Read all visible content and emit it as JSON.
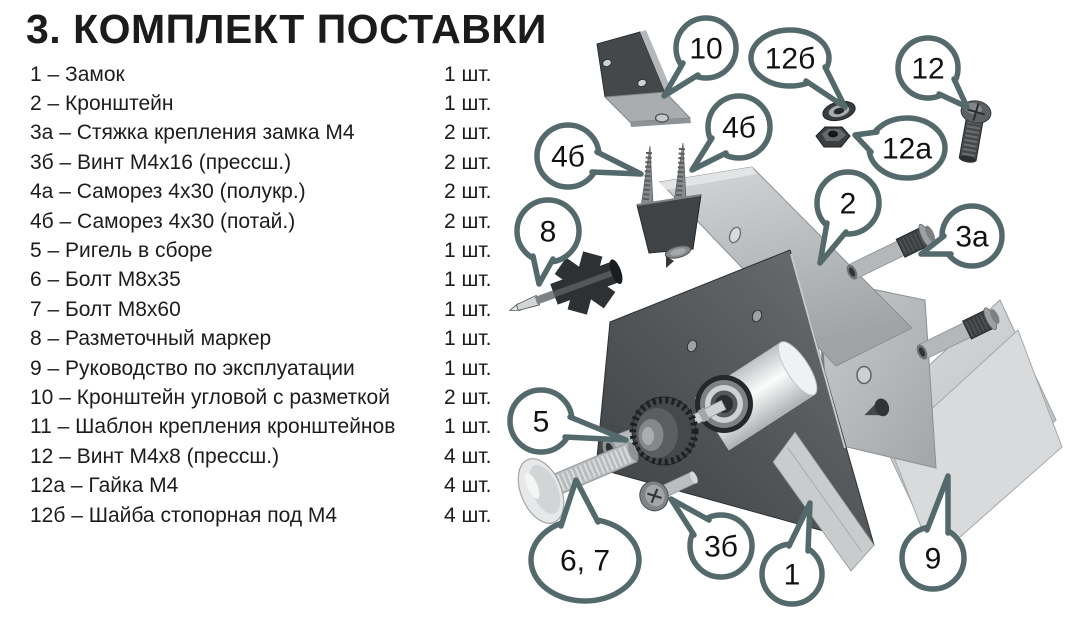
{
  "title": "3. КОМПЛЕКТ ПОСТАВКИ",
  "parts_list": [
    {
      "label": "1 – Замок",
      "qty": "1 шт."
    },
    {
      "label": "2 – Кронштейн",
      "qty": "1 шт."
    },
    {
      "label": "3а – Стяжка крепления замка М4",
      "qty": "2 шт."
    },
    {
      "label": "3б – Винт М4х16 (прессш.)",
      "qty": "2 шт."
    },
    {
      "label": "4а – Саморез 4х30 (полукр.)",
      "qty": "2 шт."
    },
    {
      "label": "4б – Саморез 4х30 (потай.)",
      "qty": "2 шт."
    },
    {
      "label": "5 – Ригель в сборе",
      "qty": "1 шт."
    },
    {
      "label": "6 – Болт М8х35",
      "qty": "1 шт."
    },
    {
      "label": "7 – Болт М8х60",
      "qty": "1 шт."
    },
    {
      "label": "8 – Разметочный маркер",
      "qty": "1 шт."
    },
    {
      "label": "9 – Руководство по эксплуатации",
      "qty": "1 шт."
    },
    {
      "label": "10 – Кронштейн угловой с разметкой",
      "qty": "2 шт."
    },
    {
      "label": "11 – Шаблон крепления кронштейнов",
      "qty": "1 шт."
    },
    {
      "label": "12 – Винт М4х8 (прессш.)",
      "qty": "4 шт."
    },
    {
      "label": "12а – Гайка М4",
      "qty": "4 шт."
    },
    {
      "label": "12б – Шайба стопорная под М4",
      "qty": "4 шт."
    }
  ],
  "diagram": {
    "callouts": {
      "c10": {
        "label": "10"
      },
      "c12b": {
        "label": "12б"
      },
      "c12": {
        "label": "12"
      },
      "c4b_left": {
        "label": "4б"
      },
      "c4b_right": {
        "label": "4б"
      },
      "c12a": {
        "label": "12а"
      },
      "c2": {
        "label": "2"
      },
      "c3a": {
        "label": "3а"
      },
      "c8": {
        "label": "8"
      },
      "c5": {
        "label": "5"
      },
      "c6_7": {
        "label": "6, 7"
      },
      "c3b": {
        "label": "3б"
      },
      "c1": {
        "label": "1"
      },
      "c9": {
        "label": "9"
      }
    }
  },
  "colors": {
    "callout_stroke": "#54696c",
    "title_color": "#1b1b1b",
    "text_color": "#1c1c1c"
  }
}
